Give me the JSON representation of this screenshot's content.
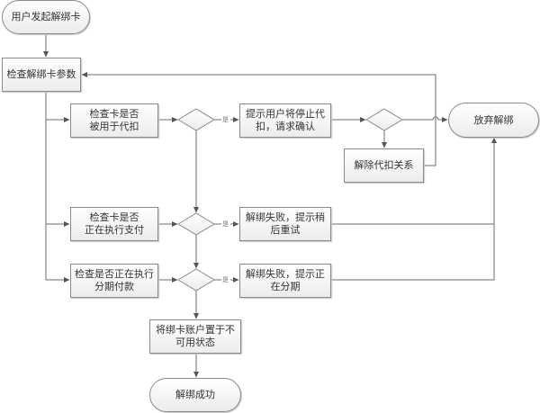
{
  "diagram": {
    "type": "flowchart",
    "nodes": {
      "start": "用户发起解绑卡",
      "check_params": "检查解绑卡参数",
      "check_deduct": "检查卡是否\n被用于代扣",
      "prompt_stop_deduct": "提示用户将停止代扣，请求确认",
      "remove_deduct": "解除代扣关系",
      "abandon": "放弃解绑",
      "check_paying": "检查卡是否\n正在执行支付",
      "fail_retry": "解绑失败，提示稍后重试",
      "check_installment": "检查是否正在执行分期付款",
      "fail_installment": "解绑失败，提示正在分期",
      "set_unavailable": "将绑卡账户置于不可用状态",
      "success": "解绑成功"
    },
    "edge_labels": {
      "yes": "是"
    },
    "edges": [
      {
        "from": "start",
        "to": "check_params"
      },
      {
        "from": "check_params",
        "to": "check_deduct"
      },
      {
        "from": "check_params",
        "to": "check_paying"
      },
      {
        "from": "check_params",
        "to": "check_installment"
      },
      {
        "from": "check_deduct",
        "to": "decision_deduct"
      },
      {
        "from": "decision_deduct",
        "to": "prompt_stop_deduct",
        "label": "是"
      },
      {
        "from": "decision_deduct",
        "to": "decision_paying"
      },
      {
        "from": "prompt_stop_deduct",
        "to": "decision_confirm"
      },
      {
        "from": "decision_confirm",
        "to": "abandon"
      },
      {
        "from": "decision_confirm",
        "to": "remove_deduct"
      },
      {
        "from": "remove_deduct",
        "to": "check_params"
      },
      {
        "from": "check_paying",
        "to": "decision_paying"
      },
      {
        "from": "decision_paying",
        "to": "fail_retry",
        "label": "是"
      },
      {
        "from": "decision_paying",
        "to": "decision_installment"
      },
      {
        "from": "fail_retry",
        "to": "abandon"
      },
      {
        "from": "check_installment",
        "to": "decision_installment"
      },
      {
        "from": "decision_installment",
        "to": "fail_installment",
        "label": "是"
      },
      {
        "from": "decision_installment",
        "to": "set_unavailable"
      },
      {
        "from": "fail_installment",
        "to": "abandon"
      },
      {
        "from": "set_unavailable",
        "to": "success"
      }
    ]
  }
}
